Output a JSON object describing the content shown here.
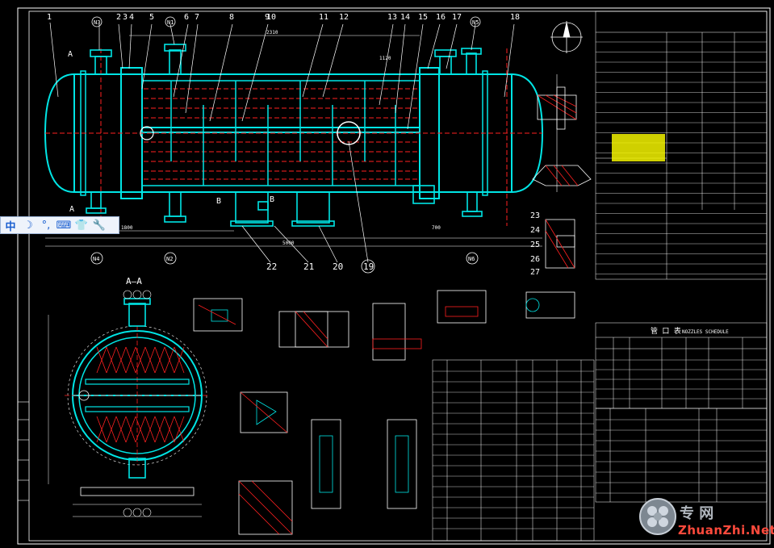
{
  "drawing": {
    "balloons": [
      "1",
      "2",
      "3",
      "4",
      "5",
      "6",
      "7",
      "8",
      "9",
      "10",
      "11",
      "12",
      "13",
      "14",
      "15",
      "16",
      "17",
      "18",
      "19",
      "20",
      "21",
      "22",
      "23",
      "24",
      "25",
      "26",
      "27"
    ],
    "nozzles": [
      "N3",
      "N1",
      "N5",
      "N2",
      "N4",
      "N6"
    ],
    "section_label": "A—A",
    "view_labels": {
      "a_left": "A",
      "a_right": "A",
      "b_left": "B",
      "b_right": "B"
    },
    "table_title": "管 口 表",
    "table_title_en": "NOZZLES SCHEDULE",
    "dims": {
      "d1": "2310",
      "d2": "5000",
      "d3": "1120",
      "d4": "1800",
      "d5": "700"
    }
  },
  "ime_toolbar": {
    "lang": "中",
    "moon": "☽",
    "dots": "°,",
    "keyboard": "⌨",
    "shirt": "👕",
    "wrench": "🔧"
  },
  "watermark": {
    "text_en": "ZhuanZhi.Net",
    "text_cn": "专 网"
  },
  "colors": {
    "background": "#000000",
    "outline": "#ffffff",
    "vessel": "#00e5e5",
    "hatch": "#ff2020",
    "table_highlight": "#f5f500"
  }
}
